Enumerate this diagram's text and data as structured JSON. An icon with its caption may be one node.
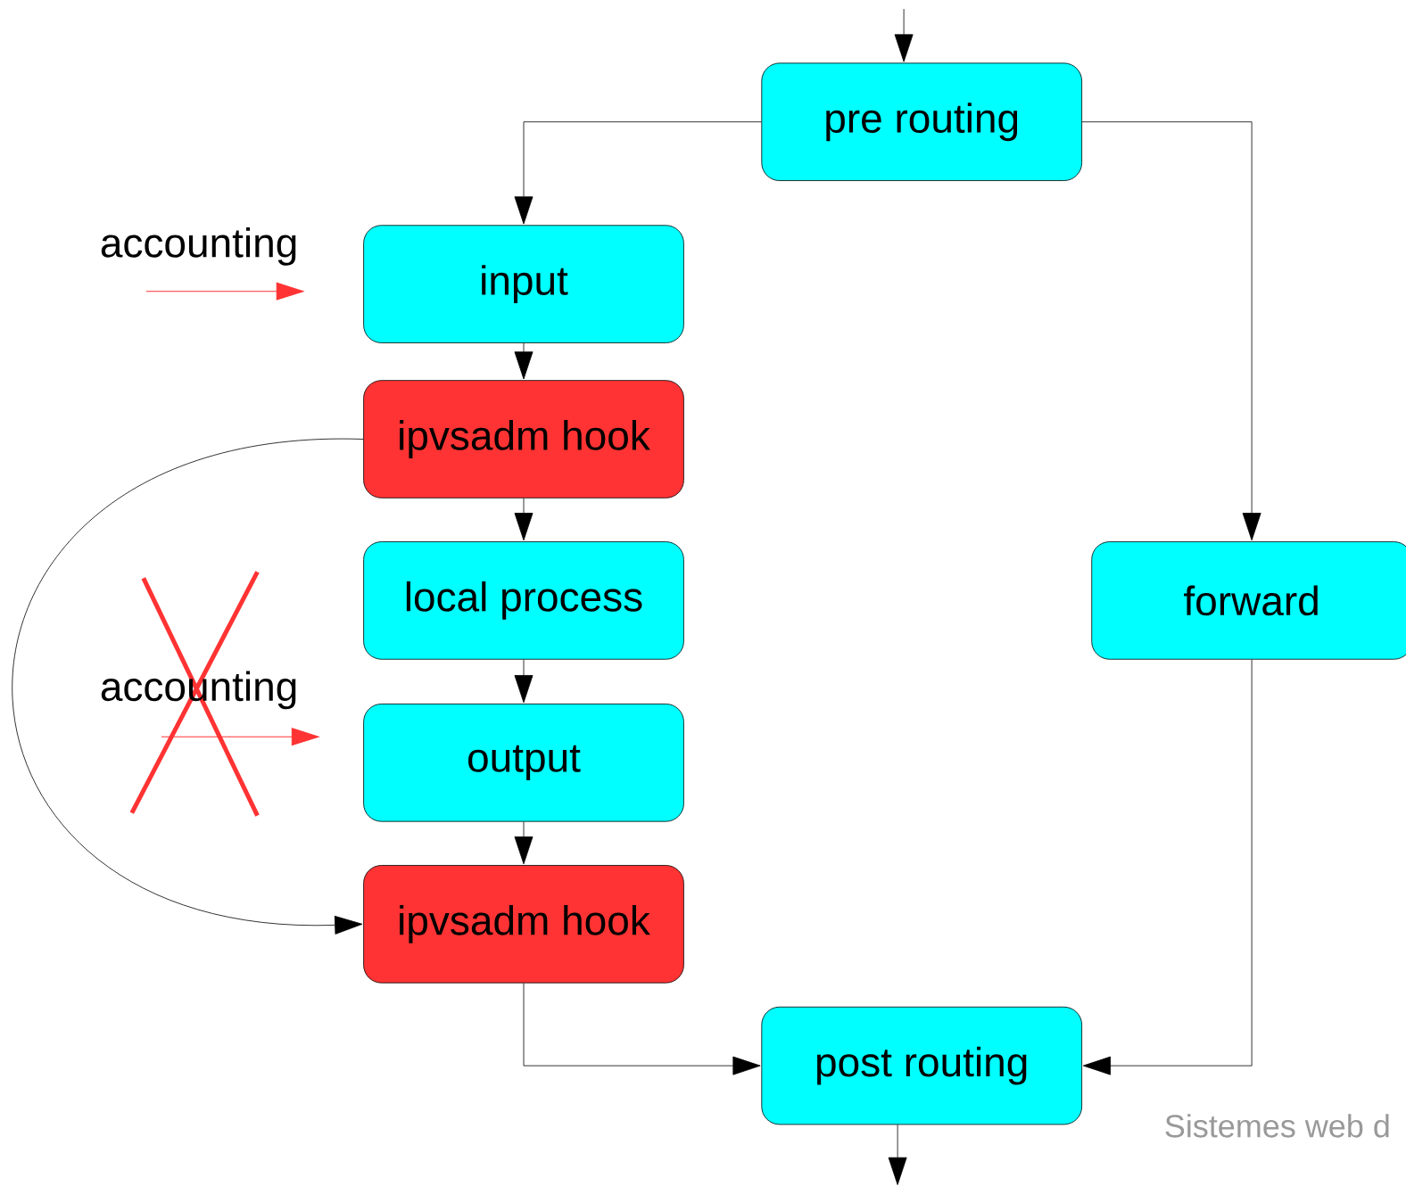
{
  "diagram": {
    "nodes": [
      {
        "text": [
          "pre routing"
        ]
      },
      {
        "text": [
          "input"
        ]
      },
      {
        "text": [
          "ipvsadm hook"
        ]
      },
      {
        "text": [
          "local process"
        ]
      },
      {
        "text": [
          "forward"
        ]
      },
      {
        "text": [
          "output"
        ]
      },
      {
        "text": [
          "ipvsadm hook"
        ]
      },
      {
        "text": [
          "post routing"
        ]
      }
    ],
    "edges": [
      {
        "from": null,
        "to": 0,
        "arrow": "to"
      },
      {
        "from": 0,
        "to": 1,
        "arrow": "to"
      },
      {
        "from": 0,
        "to": 4,
        "arrow": "to"
      },
      {
        "from": 1,
        "to": 2,
        "arrow": "to"
      },
      {
        "from": 2,
        "to": 3,
        "arrow": "to"
      },
      {
        "from": 3,
        "to": 5,
        "arrow": "to"
      },
      {
        "from": 5,
        "to": 6,
        "arrow": "to"
      },
      {
        "from": 2,
        "to": 6,
        "arrow": "to"
      },
      {
        "from": 6,
        "to": 7,
        "arrow": "to"
      },
      {
        "from": 4,
        "to": 7,
        "arrow": "to"
      },
      {
        "from": 7,
        "to": null,
        "arrow": "to"
      }
    ],
    "labels": [
      "accounting",
      "accounting",
      "Sistemes web d"
    ]
  }
}
